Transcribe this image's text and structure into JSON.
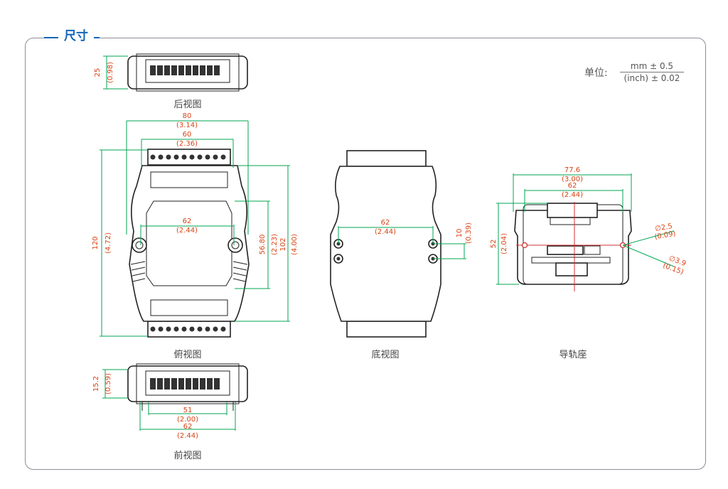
{
  "section_title": "尺寸",
  "unit": {
    "label": "单位:",
    "numerator": "mm ± 0.5",
    "denominator": "(inch) ± 0.02"
  },
  "views": {
    "back": "后视图",
    "top": "俯视图",
    "bottom": "底视图",
    "rail": "导轨座",
    "front": "前视图"
  },
  "dims": {
    "back_h": "25",
    "back_h_in": "(0.98)",
    "top_w80": "80",
    "top_w80_in": "(3.14)",
    "top_w60": "60",
    "top_w60_in": "(2.36)",
    "top_w62": "62",
    "top_w62_in": "(2.44)",
    "top_h120": "120",
    "top_h120_in": "(4.72)",
    "top_h56": "56.80",
    "top_h56_in": "(2.23)",
    "top_h102": "102",
    "top_h102_in": "(4.00)",
    "bot_w62": "62",
    "bot_w62_in": "(2.44)",
    "bot_h10": "10",
    "bot_h10_in": "(0.39)",
    "rail_w77": "77.6",
    "rail_w77_in": "(3.00)",
    "rail_w62": "62",
    "rail_w62_in": "(2.44)",
    "rail_h52": "52",
    "rail_h52_in": "(2.04)",
    "rail_d25": "∅2.5",
    "rail_d25_in": "(0.09)",
    "rail_d39": "∅3.9",
    "rail_d39_in": "(0.15)",
    "front_h": "15.2",
    "front_h_in": "(0.59)",
    "front_w51": "51",
    "front_w51_in": "(2.00)",
    "front_w62": "62",
    "front_w62_in": "(2.44)"
  },
  "colors": {
    "accent": "#1565b7",
    "dim_text": "#d84315",
    "dim_line": "#00a651",
    "center_line": "#d32f2f"
  }
}
